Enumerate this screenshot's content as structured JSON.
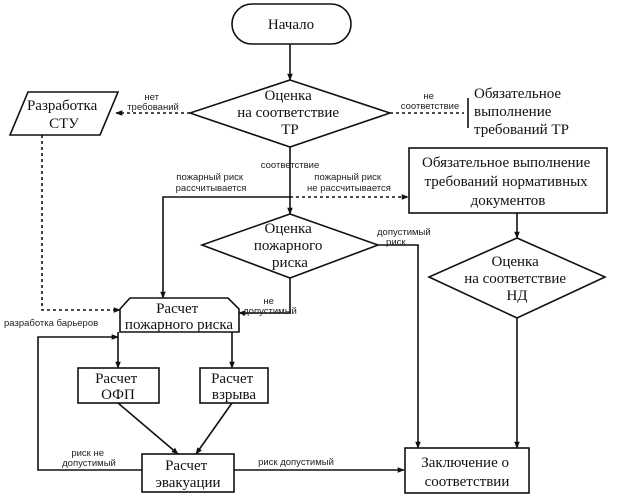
{
  "nodes": {
    "start": {
      "lines": [
        "Начало"
      ]
    },
    "assess_tr": {
      "lines": [
        "Оценка",
        "на соответствие",
        "ТР"
      ]
    },
    "develop_stu": {
      "lines": [
        "Разработка",
        "СТУ"
      ]
    },
    "mandatory_tr": {
      "lines": [
        "Обязательное",
        "выполнение",
        "требований ТР"
      ]
    },
    "mandatory_nd": {
      "lines": [
        "Обязательное выполнение",
        "требований нормативных",
        "документов"
      ]
    },
    "fire_risk_assessment": {
      "lines": [
        "Оценка",
        "пожарного",
        "риска"
      ]
    },
    "assess_nd": {
      "lines": [
        "Оценка",
        "на соответствие",
        "НД"
      ]
    },
    "fire_risk_calc": {
      "lines": [
        "Расчет",
        "пожарного риска"
      ]
    },
    "ofp_calc": {
      "lines": [
        "Расчет",
        "ОФП"
      ]
    },
    "explosion_calc": {
      "lines": [
        "Расчет",
        "взрыва"
      ]
    },
    "evacuation_calc": {
      "lines": [
        "Расчет",
        "эвакуации"
      ]
    },
    "conclusion": {
      "lines": [
        "Заключение о",
        "соответствии"
      ]
    }
  },
  "edges": {
    "no_requirements": {
      "lines": [
        "нет",
        "требований"
      ]
    },
    "not_compliant": {
      "lines": [
        "не",
        "соответствие"
      ]
    },
    "compliant": {
      "lines": [
        "соответствие"
      ]
    },
    "risk_calculated": {
      "lines": [
        "пожарный риск",
        "рассчитывается"
      ]
    },
    "risk_not_calculated": {
      "lines": [
        "пожарный риск",
        "не рассчитывается"
      ]
    },
    "acceptable_risk": {
      "lines": [
        "допустимый",
        "риск"
      ]
    },
    "not_acceptable": {
      "lines": [
        "не",
        "допустимый"
      ]
    },
    "barrier_development": {
      "lines": [
        "разработка барьеров"
      ]
    },
    "risk_not_acceptable": {
      "lines": [
        "риск не",
        "допустимый"
      ]
    },
    "risk_acceptable": {
      "lines": [
        "риск допустимый"
      ]
    }
  }
}
